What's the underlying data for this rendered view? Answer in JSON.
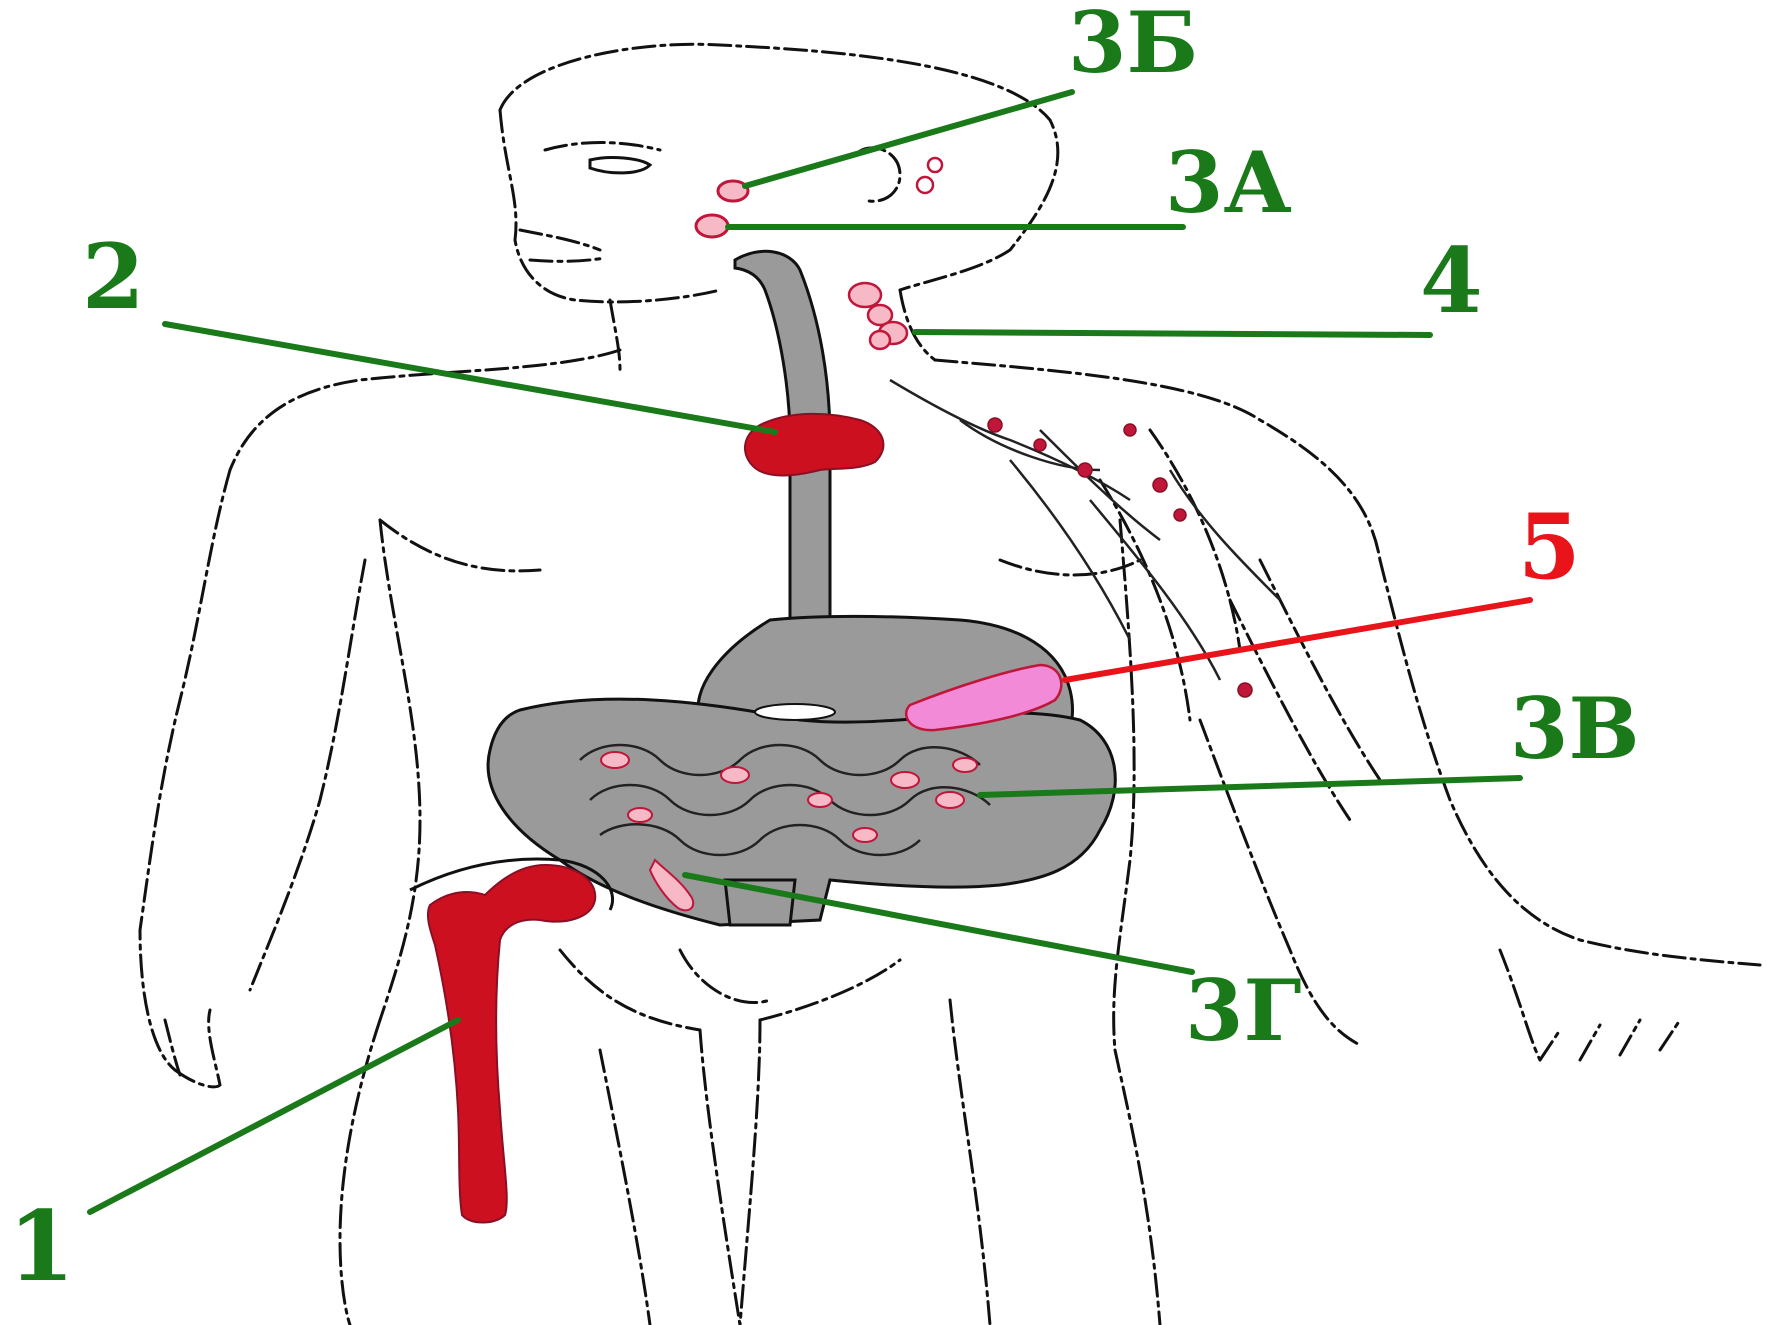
{
  "labels": {
    "l1": "1",
    "l2": "2",
    "l3a": "3А",
    "l3b": "3Б",
    "l3v": "3В",
    "l3g": "3Г",
    "l4": "4",
    "l5": "5"
  },
  "colors": {
    "label_green": "#1a7a1a",
    "label_red": "#e8141a",
    "outline": "#111111",
    "organ_gray": "#9a9a9a",
    "organ_red": "#cc1020",
    "pancreas_pink": "#f28ad8",
    "node_pink": "#f7b9c6"
  }
}
